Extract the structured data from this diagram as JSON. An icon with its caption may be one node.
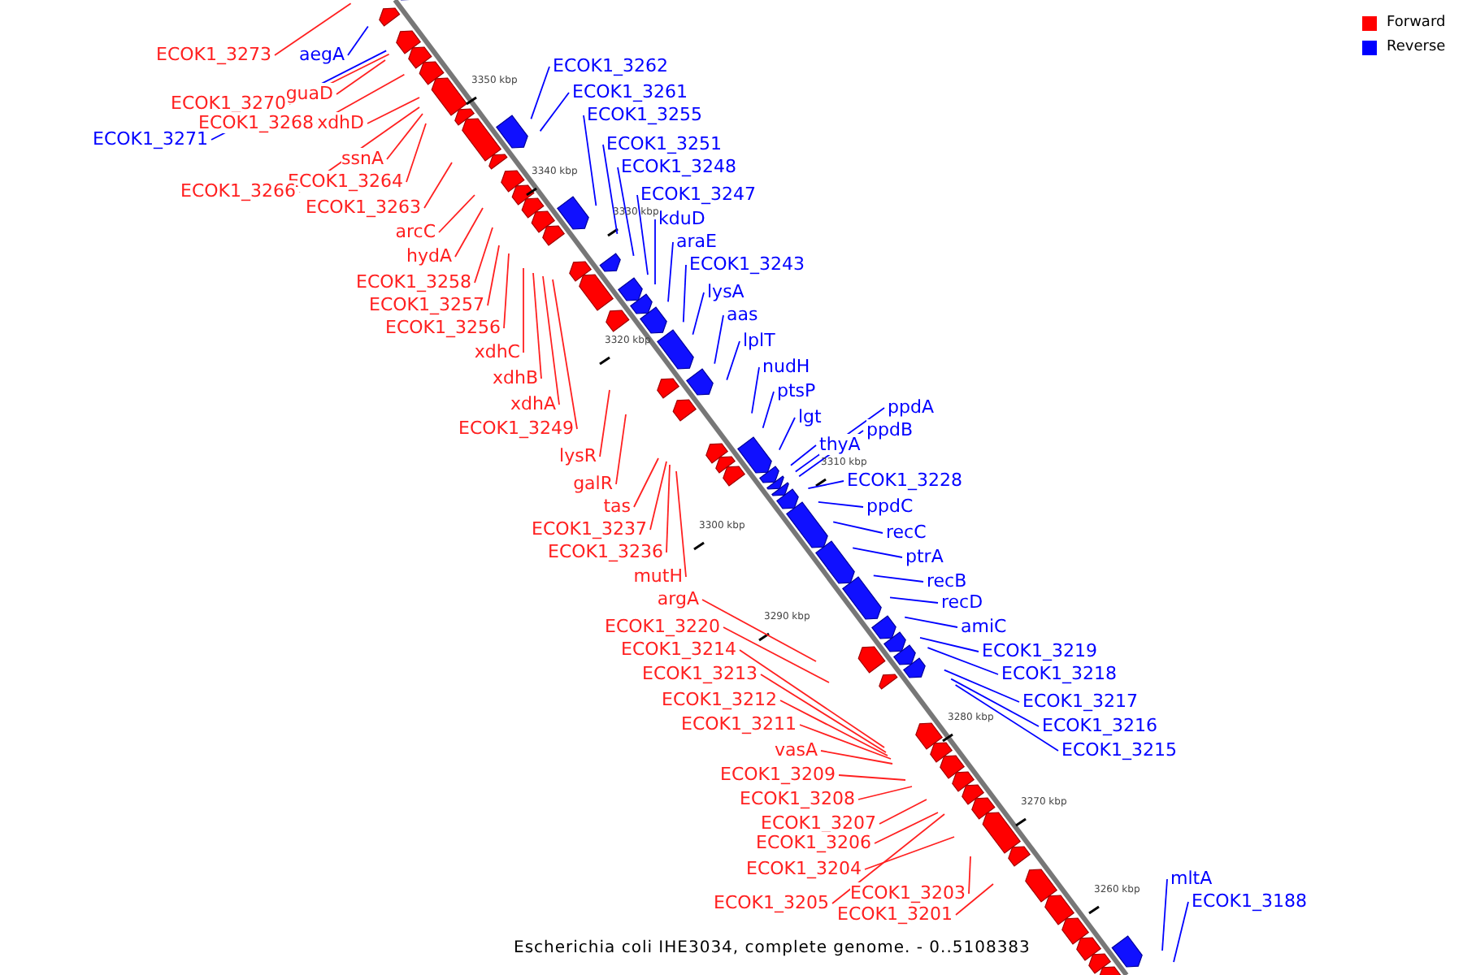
{
  "diagram": {
    "caption": "Escherichia coli IHE3034, complete genome. - 0..5108383",
    "nodes": [
      {
        "text": [
          "ECOK1_3273"
        ]
      },
      {
        "text": [
          "aegA"
        ]
      },
      {
        "text": [
          "ECOK1_3262"
        ]
      },
      {
        "text": [
          "ECOK1_3261"
        ]
      },
      {
        "text": [
          "guaD"
        ]
      },
      {
        "text": [
          "ECOK1_3270"
        ]
      },
      {
        "text": [
          "ECOK1_3255"
        ]
      },
      {
        "text": [
          "ECOK1_3268"
        ]
      },
      {
        "text": [
          "xdhD"
        ]
      },
      {
        "text": [
          "ECOK1_3271"
        ]
      },
      {
        "text": [
          "ECOK1_3251"
        ]
      },
      {
        "text": [
          "ssnA"
        ]
      },
      {
        "text": [
          "ECOK1_3248"
        ]
      },
      {
        "text": [
          "ECOK1_3264"
        ]
      },
      {
        "text": [
          "ECOK1_3266"
        ]
      },
      {
        "text": [
          "ECOK1_3247"
        ]
      },
      {
        "text": [
          "ECOK1_3263"
        ]
      },
      {
        "text": [
          "kduD"
        ]
      },
      {
        "text": [
          "arcC"
        ]
      },
      {
        "text": [
          "araE"
        ]
      },
      {
        "text": [
          "hydA"
        ]
      },
      {
        "text": [
          "ECOK1_3243"
        ]
      },
      {
        "text": [
          "ECOK1_3258"
        ]
      },
      {
        "text": [
          "lysA"
        ]
      },
      {
        "text": [
          "ECOK1_3257"
        ]
      },
      {
        "text": [
          "aas"
        ]
      },
      {
        "text": [
          "ECOK1_3256"
        ]
      },
      {
        "text": [
          "lplT"
        ]
      },
      {
        "text": [
          "xdhC"
        ]
      },
      {
        "text": [
          "nudH"
        ]
      },
      {
        "text": [
          "xdhB"
        ]
      },
      {
        "text": [
          "ptsP"
        ]
      },
      {
        "text": [
          "xdhA"
        ]
      },
      {
        "text": [
          "ppdA"
        ]
      },
      {
        "text": [
          "lgt"
        ]
      },
      {
        "text": [
          "ECOK1_3249"
        ]
      },
      {
        "text": [
          "ppdB"
        ]
      },
      {
        "text": [
          "thyA"
        ]
      },
      {
        "text": [
          "lysR"
        ]
      },
      {
        "text": [
          "ECOK1_3228"
        ]
      },
      {
        "text": [
          "galR"
        ]
      },
      {
        "text": [
          "tas"
        ]
      },
      {
        "text": [
          "ppdC"
        ]
      },
      {
        "text": [
          "ECOK1_3237"
        ]
      },
      {
        "text": [
          "recC"
        ]
      },
      {
        "text": [
          "ECOK1_3236"
        ]
      },
      {
        "text": [
          "ptrA"
        ]
      },
      {
        "text": [
          "mutH"
        ]
      },
      {
        "text": [
          "recB"
        ]
      },
      {
        "text": [
          "argA"
        ]
      },
      {
        "text": [
          "recD"
        ]
      },
      {
        "text": [
          "ECOK1_3220"
        ]
      },
      {
        "text": [
          "amiC"
        ]
      },
      {
        "text": [
          "ECOK1_3214"
        ]
      },
      {
        "text": [
          "ECOK1_3219"
        ]
      },
      {
        "text": [
          "ECOK1_3213"
        ]
      },
      {
        "text": [
          "ECOK1_3218"
        ]
      },
      {
        "text": [
          "ECOK1_3212"
        ]
      },
      {
        "text": [
          "ECOK1_3217"
        ]
      },
      {
        "text": [
          "ECOK1_3211"
        ]
      },
      {
        "text": [
          "ECOK1_3216"
        ]
      },
      {
        "text": [
          "vasA"
        ]
      },
      {
        "text": [
          "ECOK1_3215"
        ]
      },
      {
        "text": [
          "ECOK1_3209"
        ]
      },
      {
        "text": [
          "ECOK1_3208"
        ]
      },
      {
        "text": [
          "ECOK1_3207"
        ]
      },
      {
        "text": [
          "ECOK1_3206"
        ]
      },
      {
        "text": [
          "ECOK1_3204"
        ]
      },
      {
        "text": [
          "mltA"
        ]
      },
      {
        "text": [
          "ECOK1_3203"
        ]
      },
      {
        "text": [
          "ECOK1_3188"
        ]
      },
      {
        "text": [
          "ECOK1_3205"
        ]
      },
      {
        "text": [
          "ECOK1_3201"
        ]
      }
    ],
    "edges": [
      {
        "from": 0,
        "to": null,
        "arrow": "none"
      },
      {
        "from": 1,
        "to": null,
        "arrow": "none",
        "color": "#0000ff"
      },
      {
        "from": 2,
        "to": null,
        "arrow": "none",
        "color": "#0000ff"
      },
      {
        "from": 3,
        "to": null,
        "arrow": "none",
        "color": "#0000ff"
      },
      {
        "from": 4,
        "to": null,
        "arrow": "none"
      },
      {
        "from": 5,
        "to": null,
        "arrow": "none"
      },
      {
        "from": 6,
        "to": null,
        "arrow": "none",
        "color": "#0000ff"
      },
      {
        "from": 7,
        "to": null,
        "arrow": "none"
      },
      {
        "from": 8,
        "to": null,
        "arrow": "none"
      },
      {
        "from": 9,
        "to": null,
        "arrow": "none",
        "color": "#0000ff"
      },
      {
        "from": 10,
        "to": null,
        "arrow": "none",
        "color": "#0000ff"
      },
      {
        "from": 11,
        "to": null,
        "arrow": "none"
      },
      {
        "from": 12,
        "to": null,
        "arrow": "none",
        "color": "#0000ff"
      },
      {
        "from": 13,
        "to": null,
        "arrow": "none"
      },
      {
        "from": 14,
        "to": null,
        "arrow": "none"
      },
      {
        "from": 15,
        "to": null,
        "arrow": "none",
        "color": "#0000ff"
      },
      {
        "from": 16,
        "to": null,
        "arrow": "none"
      },
      {
        "from": 17,
        "to": null,
        "arrow": "none",
        "color": "#0000ff"
      },
      {
        "from": 18,
        "to": null,
        "arrow": "none"
      },
      {
        "from": 19,
        "to": null,
        "arrow": "none",
        "color": "#0000ff"
      },
      {
        "from": 20,
        "to": null,
        "arrow": "none"
      },
      {
        "from": 21,
        "to": null,
        "arrow": "none",
        "color": "#0000ff"
      },
      {
        "from": 22,
        "to": null,
        "arrow": "none"
      },
      {
        "from": 23,
        "to": null,
        "arrow": "none",
        "color": "#0000ff"
      },
      {
        "from": 24,
        "to": null,
        "arrow": "none"
      },
      {
        "from": 25,
        "to": null,
        "arrow": "none",
        "color": "#0000ff"
      },
      {
        "from": 26,
        "to": null,
        "arrow": "none"
      },
      {
        "from": 27,
        "to": null,
        "arrow": "none",
        "color": "#0000ff"
      },
      {
        "from": 28,
        "to": null,
        "arrow": "none"
      },
      {
        "from": 29,
        "to": null,
        "arrow": "none",
        "color": "#0000ff"
      },
      {
        "from": 30,
        "to": null,
        "arrow": "none"
      },
      {
        "from": 31,
        "to": null,
        "arrow": "none",
        "color": "#0000ff"
      },
      {
        "from": 32,
        "to": null,
        "arrow": "none"
      },
      {
        "from": 33,
        "to": null,
        "arrow": "none",
        "color": "#0000ff"
      },
      {
        "from": 34,
        "to": null,
        "arrow": "none",
        "color": "#0000ff"
      },
      {
        "from": 35,
        "to": null,
        "arrow": "none"
      },
      {
        "from": 36,
        "to": null,
        "arrow": "none",
        "color": "#0000ff"
      },
      {
        "from": 37,
        "to": null,
        "arrow": "none",
        "color": "#0000ff"
      },
      {
        "from": 38,
        "to": null,
        "arrow": "none"
      },
      {
        "from": 39,
        "to": null,
        "arrow": "none",
        "color": "#0000ff"
      },
      {
        "from": 40,
        "to": null,
        "arrow": "none"
      },
      {
        "from": 41,
        "to": null,
        "arrow": "none"
      },
      {
        "from": 42,
        "to": null,
        "arrow": "none",
        "color": "#0000ff"
      },
      {
        "from": 43,
        "to": null,
        "arrow": "none"
      },
      {
        "from": 44,
        "to": null,
        "arrow": "none",
        "color": "#0000ff"
      },
      {
        "from": 45,
        "to": null,
        "arrow": "none"
      },
      {
        "from": 46,
        "to": null,
        "arrow": "none",
        "color": "#0000ff"
      },
      {
        "from": 47,
        "to": null,
        "arrow": "none"
      },
      {
        "from": 48,
        "to": null,
        "arrow": "none",
        "color": "#0000ff"
      },
      {
        "from": 49,
        "to": null,
        "arrow": "none"
      },
      {
        "from": 50,
        "to": null,
        "arrow": "none",
        "color": "#0000ff"
      },
      {
        "from": 51,
        "to": null,
        "arrow": "none"
      },
      {
        "from": 52,
        "to": null,
        "arrow": "none",
        "color": "#0000ff"
      },
      {
        "from": 53,
        "to": null,
        "arrow": "none"
      },
      {
        "from": 54,
        "to": null,
        "arrow": "none",
        "color": "#0000ff"
      },
      {
        "from": 55,
        "to": null,
        "arrow": "none"
      },
      {
        "from": 56,
        "to": null,
        "arrow": "none",
        "color": "#0000ff"
      },
      {
        "from": 57,
        "to": null,
        "arrow": "none"
      },
      {
        "from": 58,
        "to": null,
        "arrow": "none",
        "color": "#0000ff"
      },
      {
        "from": 59,
        "to": null,
        "arrow": "none"
      },
      {
        "from": 60,
        "to": null,
        "arrow": "none",
        "color": "#0000ff"
      },
      {
        "from": 61,
        "to": null,
        "arrow": "none"
      },
      {
        "from": 62,
        "to": null,
        "arrow": "none",
        "color": "#0000ff"
      },
      {
        "from": 63,
        "to": null,
        "arrow": "none"
      },
      {
        "from": 64,
        "to": null,
        "arrow": "none"
      },
      {
        "from": 65,
        "to": null,
        "arrow": "none"
      },
      {
        "from": 66,
        "to": null,
        "arrow": "none"
      },
      {
        "from": 67,
        "to": null,
        "arrow": "none"
      },
      {
        "from": 68,
        "to": null,
        "arrow": "none",
        "color": "#0000ff"
      },
      {
        "from": 69,
        "to": null,
        "arrow": "none"
      },
      {
        "from": 70,
        "to": null,
        "arrow": "none",
        "color": "#0000ff"
      },
      {
        "from": 71,
        "to": null,
        "arrow": "none"
      },
      {
        "from": 72,
        "to": null,
        "arrow": "none"
      }
    ],
    "labels": [
      "3350 kbp",
      "3340 kbp",
      "3330 kbp",
      "3320 kbp",
      "3310 kbp",
      "3300 kbp",
      "3290 kbp",
      "3280 kbp",
      "3270 kbp",
      "3260 kbp"
    ],
    "legend": [
      {
        "text": "Forward",
        "color": "#ff0000"
      },
      {
        "text": "Reverse",
        "color": "#0000ff"
      }
    ]
  }
}
